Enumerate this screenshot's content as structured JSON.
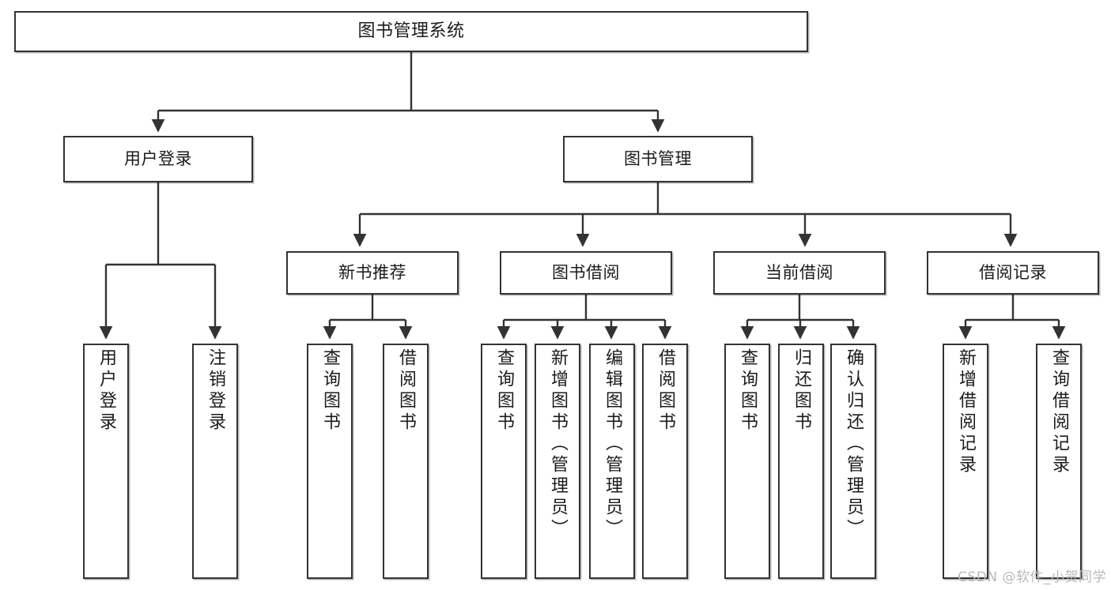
{
  "diagram": {
    "type": "tree",
    "title": "图书管理系统",
    "watermark": "CSDN @软件_小贺同学",
    "colors": {
      "stroke": "#333333",
      "fill": "#ffffff",
      "text": "#1b1b1b",
      "watermark": "#b9b9b9"
    },
    "nodes": {
      "root": {
        "label": "图书管理系统"
      },
      "level1": [
        {
          "id": "user-login",
          "label": "用户登录"
        },
        {
          "id": "book-manage",
          "label": "图书管理"
        }
      ],
      "level2": [
        {
          "id": "new-book-recommend",
          "label": "新书推荐"
        },
        {
          "id": "book-borrow",
          "label": "图书借阅"
        },
        {
          "id": "current-borrow",
          "label": "当前借阅"
        },
        {
          "id": "borrow-record",
          "label": "借阅记录"
        }
      ],
      "leaves": {
        "user-login": [
          {
            "id": "leaf-user-login",
            "label": "用户登录"
          },
          {
            "id": "leaf-user-logout",
            "label": "注销登录"
          }
        ],
        "new-book-recommend": [
          {
            "id": "leaf-query-book-1",
            "label": "查询图书"
          },
          {
            "id": "leaf-borrow-book-1",
            "label": "借阅图书"
          }
        ],
        "book-borrow": [
          {
            "id": "leaf-query-book-2",
            "label": "查询图书"
          },
          {
            "id": "leaf-add-book",
            "label": "新增图书（管理员）"
          },
          {
            "id": "leaf-edit-book",
            "label": "编辑图书（管理员）"
          },
          {
            "id": "leaf-borrow-book-2",
            "label": "借阅图书"
          }
        ],
        "current-borrow": [
          {
            "id": "leaf-query-book-3",
            "label": "查询图书"
          },
          {
            "id": "leaf-return-book",
            "label": "归还图书"
          },
          {
            "id": "leaf-confirm-return",
            "label": "确认归还（管理员）"
          }
        ],
        "borrow-record": [
          {
            "id": "leaf-add-record",
            "label": "新增借阅记录"
          },
          {
            "id": "leaf-query-record",
            "label": "查询借阅记录"
          }
        ]
      }
    },
    "edges": [
      {
        "from": "root",
        "to": "user-login"
      },
      {
        "from": "root",
        "to": "book-manage"
      },
      {
        "from": "user-login",
        "to": "leaf-user-login"
      },
      {
        "from": "user-login",
        "to": "leaf-user-logout"
      },
      {
        "from": "book-manage",
        "to": "new-book-recommend"
      },
      {
        "from": "book-manage",
        "to": "book-borrow"
      },
      {
        "from": "book-manage",
        "to": "current-borrow"
      },
      {
        "from": "book-manage",
        "to": "borrow-record"
      },
      {
        "from": "new-book-recommend",
        "to": "leaf-query-book-1"
      },
      {
        "from": "new-book-recommend",
        "to": "leaf-borrow-book-1"
      },
      {
        "from": "book-borrow",
        "to": "leaf-query-book-2"
      },
      {
        "from": "book-borrow",
        "to": "leaf-add-book"
      },
      {
        "from": "book-borrow",
        "to": "leaf-edit-book"
      },
      {
        "from": "book-borrow",
        "to": "leaf-borrow-book-2"
      },
      {
        "from": "current-borrow",
        "to": "leaf-query-book-3"
      },
      {
        "from": "current-borrow",
        "to": "leaf-return-book"
      },
      {
        "from": "current-borrow",
        "to": "leaf-confirm-return"
      },
      {
        "from": "borrow-record",
        "to": "leaf-add-record"
      },
      {
        "from": "borrow-record",
        "to": "leaf-query-record"
      }
    ]
  }
}
